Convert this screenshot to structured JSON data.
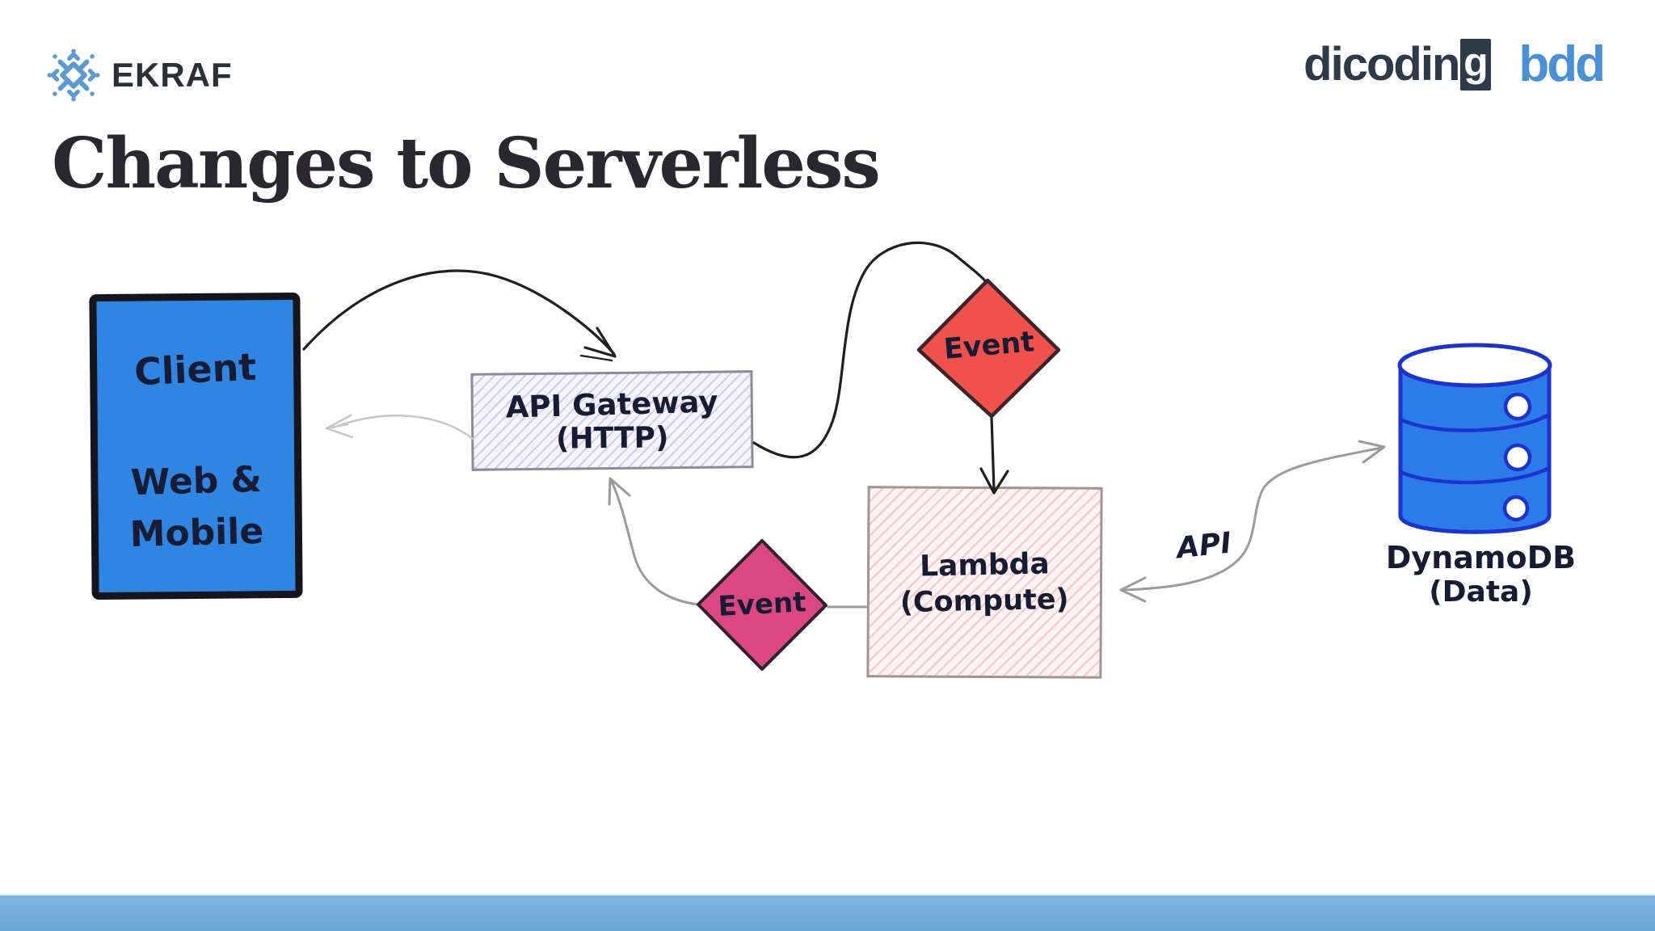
{
  "header": {
    "brand": "EKRAF",
    "dicoding_text": "dicodin",
    "dicoding_boxed_letter": "g",
    "bdd": "bdd"
  },
  "title": "Changes to Serverless",
  "diagram": {
    "client": {
      "title": "Client",
      "subtitle_line1": "Web &",
      "subtitle_line2": "Mobile"
    },
    "api_gateway": {
      "line1": "API Gateway",
      "line2": "(HTTP)"
    },
    "event_top": "Event",
    "event_bottom": "Event",
    "lambda": {
      "line1": "Lambda",
      "line2": "(Compute)"
    },
    "dynamodb": {
      "line1": "DynamoDB",
      "line2": "(Data)"
    },
    "api_arrow_label": "API"
  },
  "colors": {
    "client_fill": "#2e86e2",
    "client_border": "#15151d",
    "api_gateway_fill": "#f5f4fc",
    "event_top_fill": "#f2504b",
    "event_bottom_fill": "#dc4683",
    "lambda_fill": "#fdf4f3",
    "dynamodb_fill": "#2b7ce8",
    "dynamodb_stroke": "#1c33cf",
    "footer_bar": "#74aedc",
    "brand_icon_blue": "#5b9bd5",
    "dicoding_navy": "#2d3a4a",
    "bdd_blue": "#4a90d9"
  }
}
